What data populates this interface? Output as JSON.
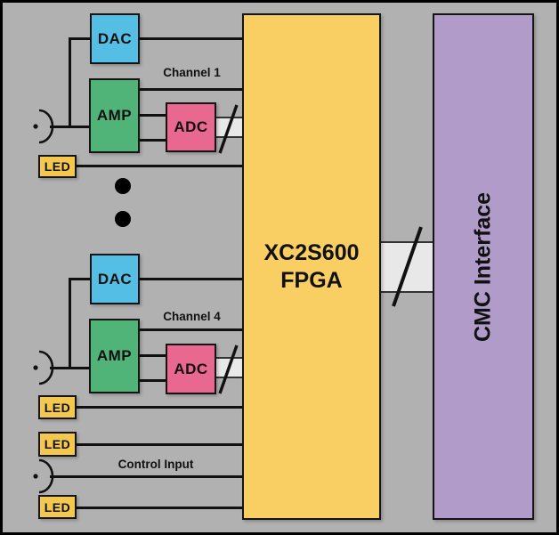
{
  "blocks": {
    "dac_label": "DAC",
    "amp_label": "AMP",
    "adc_label": "ADC",
    "led_label": "LED",
    "fpga_label_line1": "XC2S600",
    "fpga_label_line2": "FPGA",
    "cmc_label": "CMC Interface"
  },
  "annotations": {
    "channel_1": "Channel 1",
    "channel_4": "Channel 4",
    "control_input": "Control Input"
  },
  "colors": {
    "background": "#b1b1b1",
    "dac": "#55bee5",
    "amp": "#50b377",
    "adc": "#e8688f",
    "led": "#f4c84f",
    "fpga": "#f9ce63",
    "cmc": "#b19cc9",
    "bus_fill": "#e8e8e8",
    "line": "#111111"
  }
}
